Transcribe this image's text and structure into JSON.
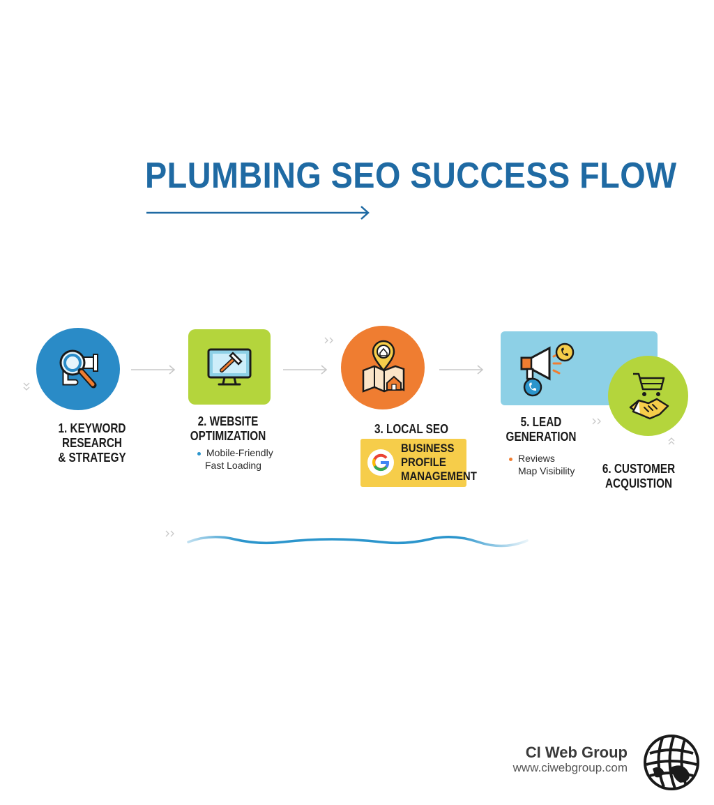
{
  "title": "PLUMBING SEO SUCCESS FLOW",
  "steps": [
    {
      "label_lines": [
        "1. KEYWORD",
        "RESEARCH",
        "& STRATEGY"
      ],
      "color": "#2a8bc7",
      "icon": "magnifier-pipe-icon"
    },
    {
      "label_lines": [
        "2. WEBSITE",
        "OPTIMIZATION"
      ],
      "bullets": [
        "Mobile-Friendly",
        "Fast Loading"
      ],
      "color": "#b4d53c",
      "icon": "monitor-hammer-icon"
    },
    {
      "label_lines": [
        "3. LOCAL SEO"
      ],
      "badge_lines": [
        "BUSINESS",
        "PROFILE",
        "MANAGEMENT"
      ],
      "color": "#ef7d31",
      "icon": "map-pin-house-icon"
    },
    {
      "label_lines": [
        "5. LEAD",
        "GENERATION"
      ],
      "bullets": [
        "Reviews",
        "Map Visibility"
      ],
      "color": "#8dd0e6",
      "icon": "megaphone-phone-icon"
    },
    {
      "label_lines": [
        "6. CUSTOMER",
        "ACQUISTION"
      ],
      "color": "#b4d53c",
      "icon": "cart-handshake-icon"
    }
  ],
  "brand": {
    "name": "CI Web Group",
    "url": "www.ciwebgroup.com"
  },
  "colors": {
    "title": "#1f6aa3",
    "accent_blue": "#2b95cc",
    "badge_yellow": "#f6cd4a",
    "bullet_blue": "#2b95cc",
    "bullet_orange": "#ef7d31"
  }
}
